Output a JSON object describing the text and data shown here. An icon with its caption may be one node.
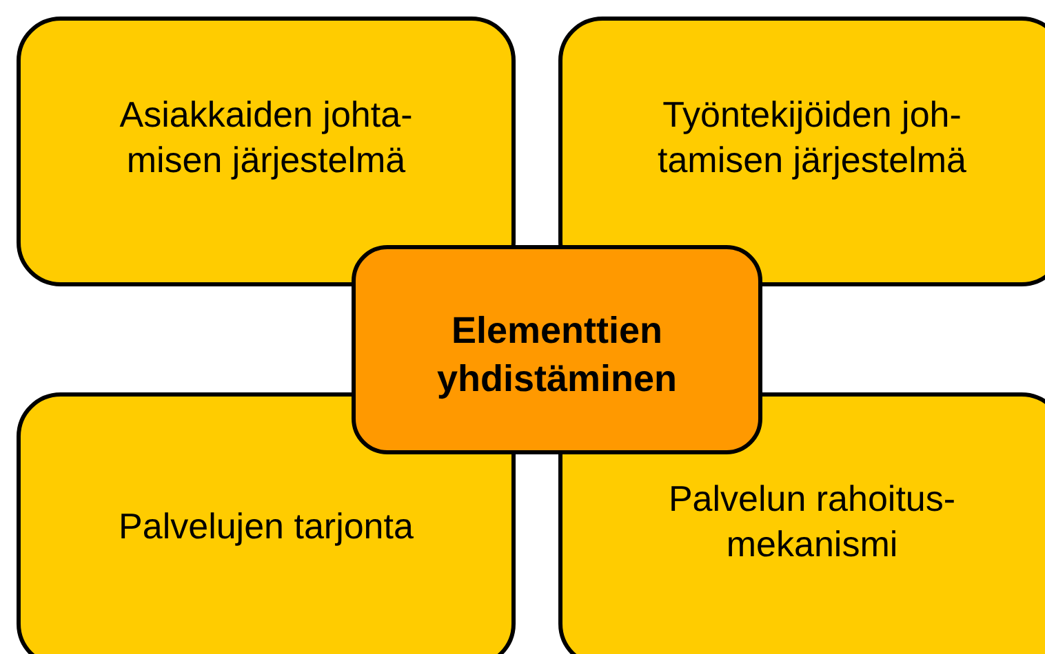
{
  "diagram": {
    "nodes": [
      {
        "text": [
          "Asiakkaiden johta- misen järjestelmä"
        ]
      },
      {
        "text": [
          "Työntekijöiden joh- tamisen järjestelmä"
        ]
      },
      {
        "text": [
          "Elementtien yhdistäminen"
        ]
      },
      {
        "text": [
          "Palvelujen tarjonta"
        ]
      },
      {
        "text": [
          "Palvelun rahoitus- mekanismi"
        ]
      }
    ]
  }
}
